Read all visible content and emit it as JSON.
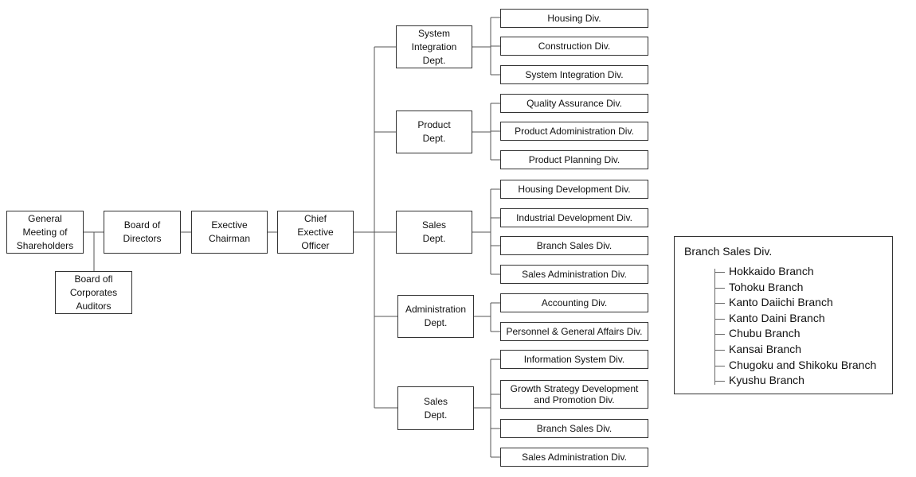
{
  "chart": {
    "general_meeting": "General\nMeeting of\nShareholders",
    "auditors": "Board ofl\nCorporates\nAuditors",
    "board": "Board of\nDirectors",
    "chairman": "Exective\nChairman",
    "ceo": "Chief\nExective\nOfficer",
    "departments": [
      {
        "label": "System\nIntegration\nDept.",
        "divisions": [
          "Housing Div.",
          "Construction Div.",
          "System Integration Div."
        ]
      },
      {
        "label": "Product\nDept.",
        "divisions": [
          "Quality Assurance Div.",
          "Product Adoministration Div.",
          "Product Planning Div."
        ]
      },
      {
        "label": "Sales\nDept.",
        "divisions": [
          "Housing Development Div.",
          "Industrial Development Div.",
          "Branch Sales Div.",
          "Sales Administration Div."
        ]
      },
      {
        "label": "Administration\nDept.",
        "divisions": [
          "Accounting Div.",
          "Personnel & General Affairs Div."
        ]
      },
      {
        "label": "Sales\nDept.",
        "divisions": [
          "Information System Div.",
          "Growth Strategy Development\nand Promotion Div.",
          "Branch Sales Div.",
          "Sales Administration Div."
        ]
      }
    ]
  },
  "legend": {
    "title": "Branch Sales Div.",
    "branches": [
      "Hokkaido Branch",
      "Tohoku Branch",
      "Kanto Daiichi Branch",
      "Kanto Daini Branch",
      "Chubu Branch",
      "Kansai Branch",
      "Chugoku and Shikoku Branch",
      "Kyushu Branch"
    ]
  }
}
